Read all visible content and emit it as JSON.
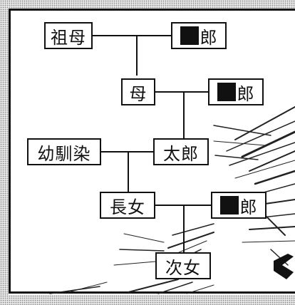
{
  "diagram": {
    "nodes": {
      "grandmother": {
        "label": "祖母"
      },
      "grandfather": {
        "label": "郎"
      },
      "mother": {
        "label": "母"
      },
      "father": {
        "label": "郎"
      },
      "childhood_friend": {
        "label": "幼馴染"
      },
      "taro": {
        "label": "太郎"
      },
      "eldest_daughter": {
        "label": "長女"
      },
      "son_in_law": {
        "label": "郎"
      },
      "second_daughter": {
        "label": "次女"
      }
    },
    "edges": [
      {
        "type": "marriage",
        "between": [
          "grandmother",
          "grandfather"
        ]
      },
      {
        "type": "descent",
        "from": "grandmother+grandfather",
        "to": "mother"
      },
      {
        "type": "marriage",
        "between": [
          "mother",
          "father"
        ]
      },
      {
        "type": "descent",
        "from": "mother+father",
        "to": "taro"
      },
      {
        "type": "marriage",
        "between": [
          "childhood_friend",
          "taro"
        ]
      },
      {
        "type": "descent",
        "from": "childhood_friend+taro",
        "to": "eldest_daughter"
      },
      {
        "type": "marriage",
        "between": [
          "eldest_daughter",
          "son_in_law"
        ]
      },
      {
        "type": "descent",
        "from": "eldest_daughter+son_in_law",
        "to": "second_daughter"
      }
    ],
    "censor_color": "#111111",
    "line_color": "#111111"
  }
}
